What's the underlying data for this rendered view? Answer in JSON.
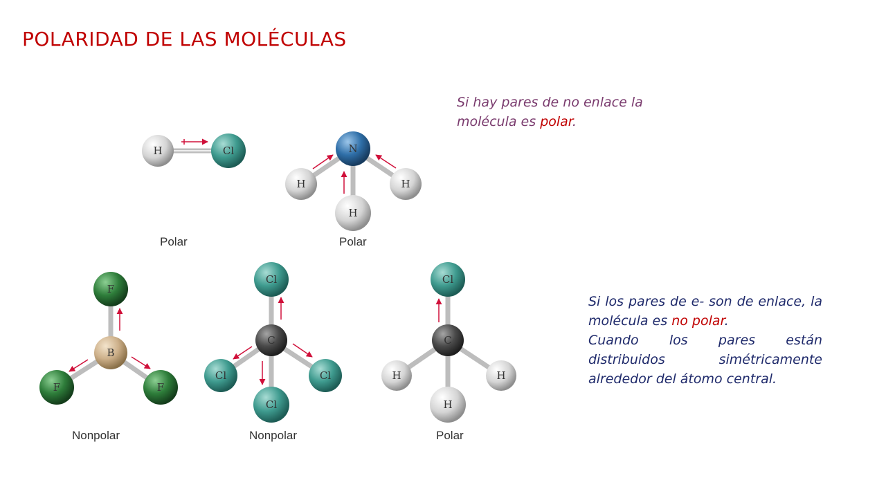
{
  "title": "POLARIDAD DE LAS MOLÉCULAS",
  "note_top": {
    "text_before": "Si hay pares de no enlace la molécula es ",
    "highlight": "polar",
    "text_after": "."
  },
  "note_bottom": {
    "line_before": "Si los pares de e- son de enlace, la molécula es ",
    "highlight": "no polar",
    "line_after": ".",
    "paragraph2": "Cuando los pares están distribuidos simétricamente alrededor del átomo central."
  },
  "captions": {
    "hcl": "Polar",
    "nh3": "Polar",
    "bf3": "Nonpolar",
    "ccl4": "Nonpolar",
    "ch3cl": "Polar"
  },
  "atoms": {
    "h": "H",
    "cl": "Cl",
    "n": "N",
    "b": "B",
    "f": "F",
    "c": "C"
  },
  "colors": {
    "title": "#c00000",
    "hydrogen": "#d9d9d9",
    "chlorine": "#3f9b8f",
    "nitrogen": "#2f6fa8",
    "boron": "#cdb08a",
    "fluorine": "#2e7d3a",
    "carbon": "#4a4a4a",
    "dipole_arrow": "#d0103a"
  }
}
